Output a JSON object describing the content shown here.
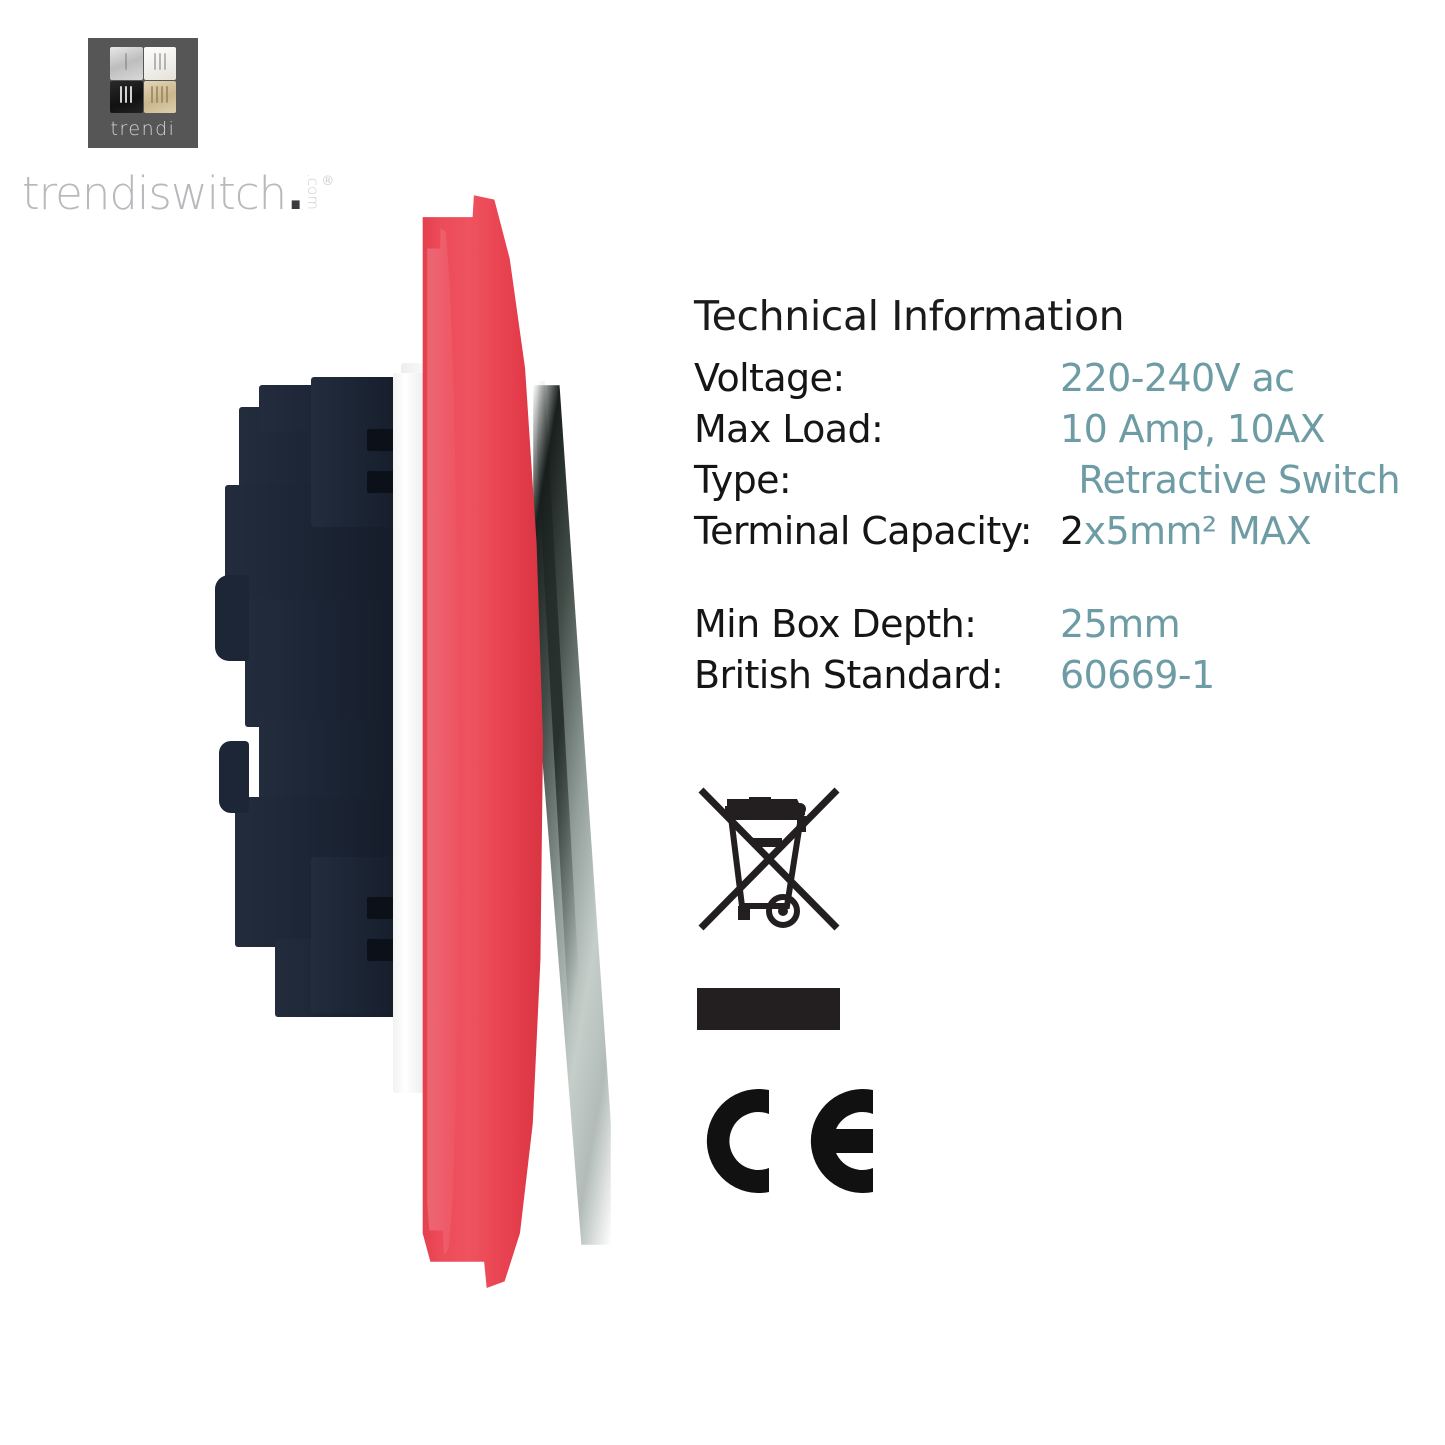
{
  "brand": {
    "tile_word": "trendi",
    "wordmark": "trendiswitch",
    "wordmark_dot": ".",
    "wordmark_com": ".com",
    "wordmark_registered": "®",
    "logo_tiles": [
      "silver-switch-plate",
      "white-switch-plate",
      "black-switch-plate",
      "gold-switch-plate"
    ],
    "tile_background": "#565656"
  },
  "product": {
    "name": "retractive-switch-side-profile",
    "faceplate_color": "#e8414f",
    "backplate_color": "#ffffff",
    "mechanism_color": "#1d2636",
    "chrome_color": "#aeb8b4"
  },
  "tech": {
    "title": "Technical Information",
    "value_color": "#6d9ca5",
    "label_color": "#151515",
    "group1": [
      {
        "label": "Voltage:",
        "value": "220-240V ac",
        "align": "col"
      },
      {
        "label": "Max Load:",
        "value": "10 Amp, 10AX",
        "align": "col"
      },
      {
        "label": "Type:",
        "value": "Retractive Switch",
        "align": "right"
      },
      {
        "label": "Terminal Capacity:",
        "value_lead": "2",
        "value": "x5mm² MAX",
        "align": "col"
      }
    ],
    "group2": [
      {
        "label": "Min Box Depth:",
        "value": "25mm",
        "align": "col"
      },
      {
        "label": "British Standard:",
        "value": "60669-1",
        "align": "col"
      }
    ]
  },
  "marks": {
    "weee": "weee-crossed-out-wheeled-bin-icon",
    "weee_bar": "weee-solid-bar",
    "ce": "ce-marking-icon",
    "mark_color": "#231f20"
  }
}
